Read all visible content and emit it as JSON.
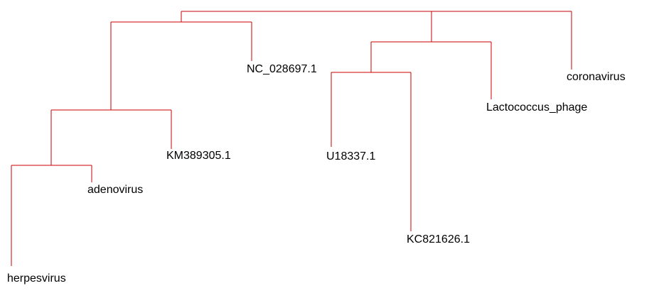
{
  "tree": {
    "line_color": "#cc0000",
    "label_color": "#000000",
    "leaves": [
      {
        "id": "herpesvirus",
        "label": "herpesvirus"
      },
      {
        "id": "adenovirus",
        "label": "adenovirus"
      },
      {
        "id": "km389305",
        "label": "KM389305.1"
      },
      {
        "id": "nc028697",
        "label": "NC_028697.1"
      },
      {
        "id": "u18337",
        "label": "U18337.1"
      },
      {
        "id": "kc821626",
        "label": "KC821626.1"
      },
      {
        "id": "lactococcus",
        "label": "Lactococcus_phage"
      },
      {
        "id": "coronavirus",
        "label": "coronavirus"
      }
    ],
    "clades": [
      {
        "id": "root",
        "children": [
          "left-clade",
          "right-clade"
        ]
      },
      {
        "id": "left-clade",
        "children": [
          "inner-left",
          "nc028697"
        ]
      },
      {
        "id": "inner-left",
        "children": [
          "herp-adeno",
          "km389305"
        ]
      },
      {
        "id": "herp-adeno",
        "children": [
          "herpesvirus",
          "adenovirus"
        ]
      },
      {
        "id": "right-clade",
        "children": [
          "mid-clade",
          "coronavirus"
        ]
      },
      {
        "id": "mid-clade",
        "children": [
          "u-kc",
          "lactococcus"
        ]
      },
      {
        "id": "u-kc",
        "children": [
          "u18337",
          "kc821626"
        ]
      }
    ]
  }
}
